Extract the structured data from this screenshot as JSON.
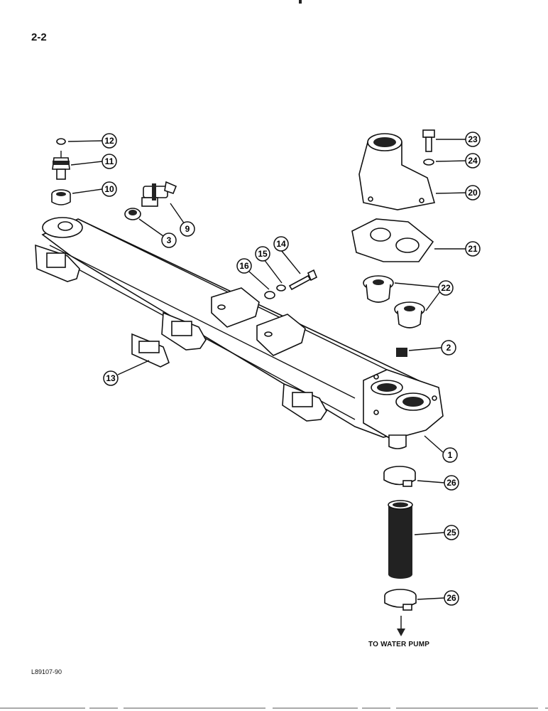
{
  "page": {
    "page_number": "2-2",
    "figure_code": "L89107-90",
    "destination_label": "TO WATER PUMP"
  },
  "callouts": [
    "12",
    "11",
    "10",
    "9",
    "3",
    "23",
    "24",
    "20",
    "21",
    "14",
    "15",
    "16",
    "22",
    "2",
    "13",
    "1",
    "26",
    "25",
    "26"
  ]
}
